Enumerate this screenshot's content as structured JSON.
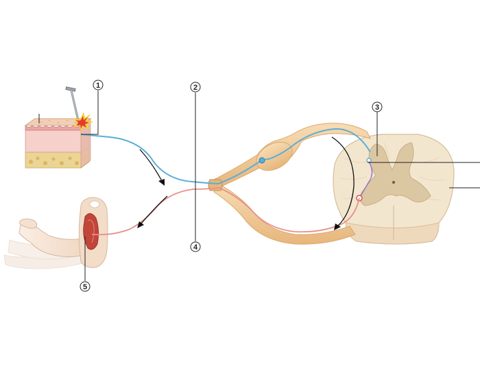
{
  "diagram": {
    "markers": [
      {
        "id": "1",
        "label": "1"
      },
      {
        "id": "2",
        "label": "2"
      },
      {
        "id": "3",
        "label": "3"
      },
      {
        "id": "4",
        "label": "4"
      },
      {
        "id": "5",
        "label": "5"
      }
    ],
    "colors": {
      "sensory_fiber": "#5aaed8",
      "motor_fiber": "#e8908c",
      "nerve_tissue": "#f0cfa0",
      "nerve_outline": "#d9a86a",
      "spinal_white_matter": "#f3e6cf",
      "spinal_gray_matter": "#dcc7a3",
      "skin_surface": "#f2b9b5",
      "skin_dermis": "#f7d4cf",
      "subcutaneous_fat": "#e8d08a",
      "muscle": "#c2453a",
      "label_line": "#222222"
    },
    "icons": [
      "pin-icon",
      "pain-burst-icon",
      "arrow-icon"
    ]
  }
}
